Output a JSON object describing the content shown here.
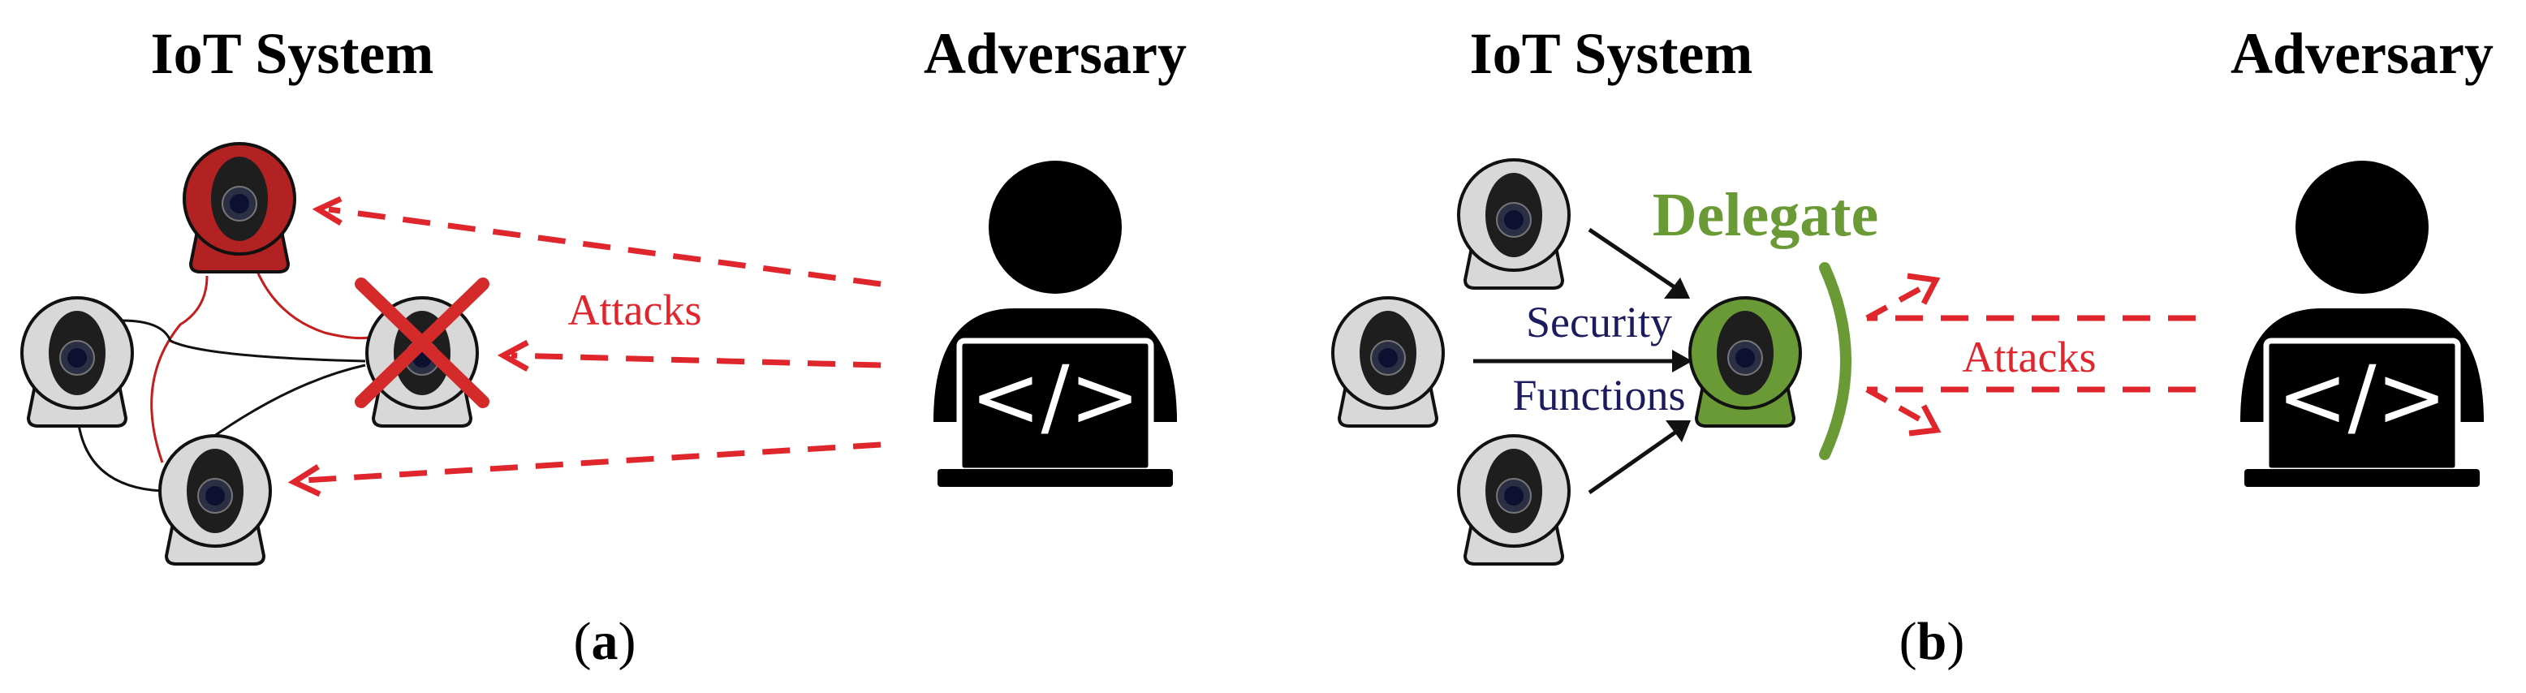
{
  "panels": [
    {
      "system_title": "IoT System",
      "adversary_title": "Adversary",
      "caption": "a",
      "attack_label": "Attacks"
    },
    {
      "system_title": "IoT System",
      "adversary_title": "Adversary",
      "caption": "b",
      "attack_label": "Attacks",
      "delegate_label": "Delegate",
      "security_label_line1": "Security",
      "security_label_line2": "Functions"
    }
  ],
  "laptop_glyph": "</>",
  "colors": {
    "attack_red": "#e0262d",
    "compromised_camera": "#b22222",
    "delegate_green": "#6a9a35",
    "camera_gray": "#d8d8d8",
    "navy_text": "#1c1b5e"
  }
}
